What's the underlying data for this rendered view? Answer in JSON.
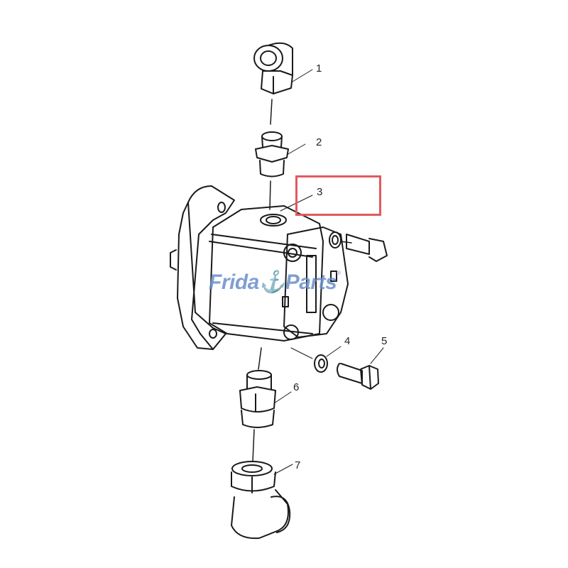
{
  "diagram": {
    "type": "exploded-parts-view",
    "subject": "hydraulic gear pump assembly",
    "highlight_color": "#e05a5f",
    "highlighted_part": "3",
    "callouts": [
      {
        "id": "1",
        "label": "1",
        "part": "elbow fitting (upper)"
      },
      {
        "id": "2",
        "label": "2",
        "part": "straight adapter (upper)"
      },
      {
        "id": "3",
        "label": "3",
        "part": "gear pump"
      },
      {
        "id": "4",
        "label": "4",
        "part": "washer"
      },
      {
        "id": "5",
        "label": "5",
        "part": "bolt"
      },
      {
        "id": "6",
        "label": "6",
        "part": "straight adapter (lower)"
      },
      {
        "id": "7",
        "label": "7",
        "part": "elbow fitting (lower)"
      }
    ]
  },
  "watermark": {
    "text_left": "Frida",
    "text_right": "Parts",
    "registered": "®",
    "color": "#6b8fc9",
    "accent_color": "#f0a040"
  }
}
